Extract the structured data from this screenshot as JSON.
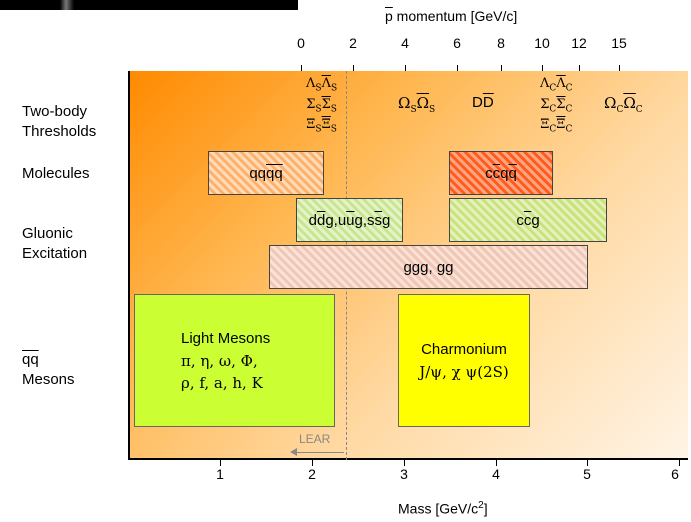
{
  "top_axis": {
    "label": "p momentum [GeV/c]",
    "p_symbol": "p",
    "label_rest": " momentum [GeV/c]",
    "ticks": [
      "0",
      "2",
      "4",
      "6",
      "8",
      "10",
      "12",
      "15"
    ]
  },
  "bottom_axis": {
    "label_prefix": "Mass [GeV/c",
    "label_sup": "2",
    "label_suffix": "]",
    "ticks": [
      "1",
      "2",
      "3",
      "4",
      "5",
      "6"
    ]
  },
  "row_labels": {
    "two_body_1": "Two-body",
    "two_body_2": "Thresholds",
    "molecules": "Molecules",
    "gluonic_1": "Gluonic",
    "gluonic_2": "Excitation",
    "qq_1": "qq",
    "qq_2": "Mesons"
  },
  "thresholds": {
    "strange_col": [
      "Λ",
      "Λ",
      "Σ",
      "Σ",
      "Ξ",
      "Ξ"
    ],
    "omega_s": "Ω",
    "dd": "DD",
    "charm_col": [
      "Λ",
      "Λ",
      "Σ",
      "Σ",
      "Ξ",
      "Ξ"
    ],
    "omega_c": "Ω",
    "sub_s": "S",
    "sub_c": "C"
  },
  "boxes": {
    "qqqq": "qqqq",
    "ccqq": "ccqq",
    "light_glue": "ddg,uug,ssg",
    "ccg": "ccg",
    "ggg": "ggg, gg",
    "light_title": "Light Mesons",
    "light_line1": "π, η, ω, Φ,",
    "light_line2": "ρ, f, a, h, K",
    "charm_title": "Charmonium",
    "charm_line": "J/ψ, χ ψ(2S)"
  },
  "lear": "LEAR",
  "colors": {
    "orange_start": "#ff8a00",
    "light_mesons": "#ccff33",
    "charmonium": "#ffff00",
    "molecule_charm": "#ff5a1a"
  }
}
